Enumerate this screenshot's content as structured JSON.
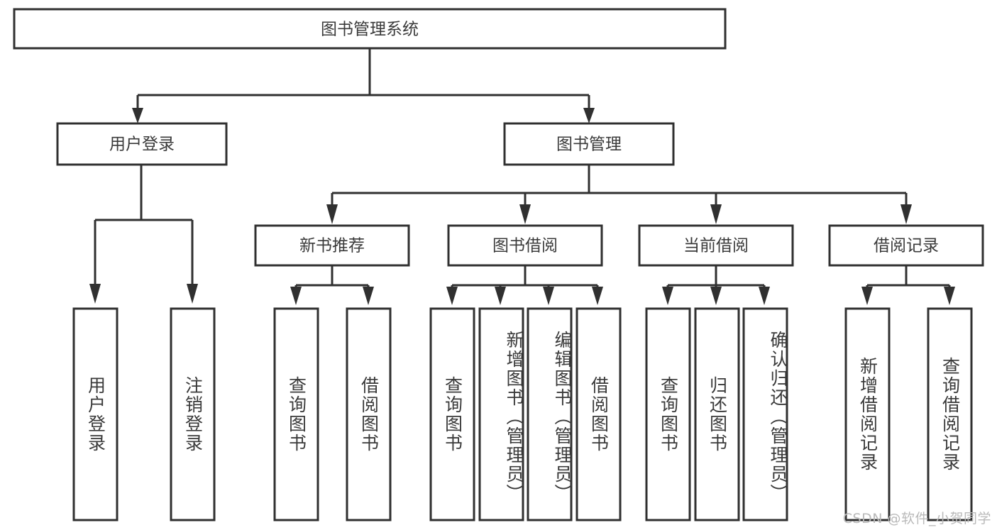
{
  "diagram": {
    "title": "图书管理系统",
    "type": "tree-hierarchy-chart",
    "orientation": "top-down",
    "colors": {
      "node_stroke": "#303030",
      "node_fill": "#ffffff",
      "text": "#3a3a3a",
      "connector": "#303030",
      "background": "#ffffff",
      "watermark": "#b9b9b9"
    },
    "root": {
      "label": "图书管理系统"
    },
    "level2": [
      {
        "label": "用户登录"
      },
      {
        "label": "图书管理"
      }
    ],
    "level3": [
      {
        "label": "新书推荐"
      },
      {
        "label": "图书借阅"
      },
      {
        "label": "当前借阅"
      },
      {
        "label": "借阅记录"
      }
    ],
    "leaves": {
      "user_login": [
        {
          "label": "用户登录"
        },
        {
          "label": "注销登录"
        }
      ],
      "new_book_recommend": [
        {
          "label": "查询图书"
        },
        {
          "label": "借阅图书"
        }
      ],
      "book_borrow": [
        {
          "label": "查询图书"
        },
        {
          "label": "新增图书（管理员）"
        },
        {
          "label": "编辑图书（管理员）"
        },
        {
          "label": "借阅图书"
        }
      ],
      "current_borrow": [
        {
          "label": "查询图书"
        },
        {
          "label": "归还图书"
        },
        {
          "label": "确认归还（管理员）"
        }
      ],
      "borrow_record": [
        {
          "label": "新增借阅记录"
        },
        {
          "label": "查询借阅记录"
        }
      ]
    },
    "watermark": "CSDN @软件_小贺同学"
  }
}
